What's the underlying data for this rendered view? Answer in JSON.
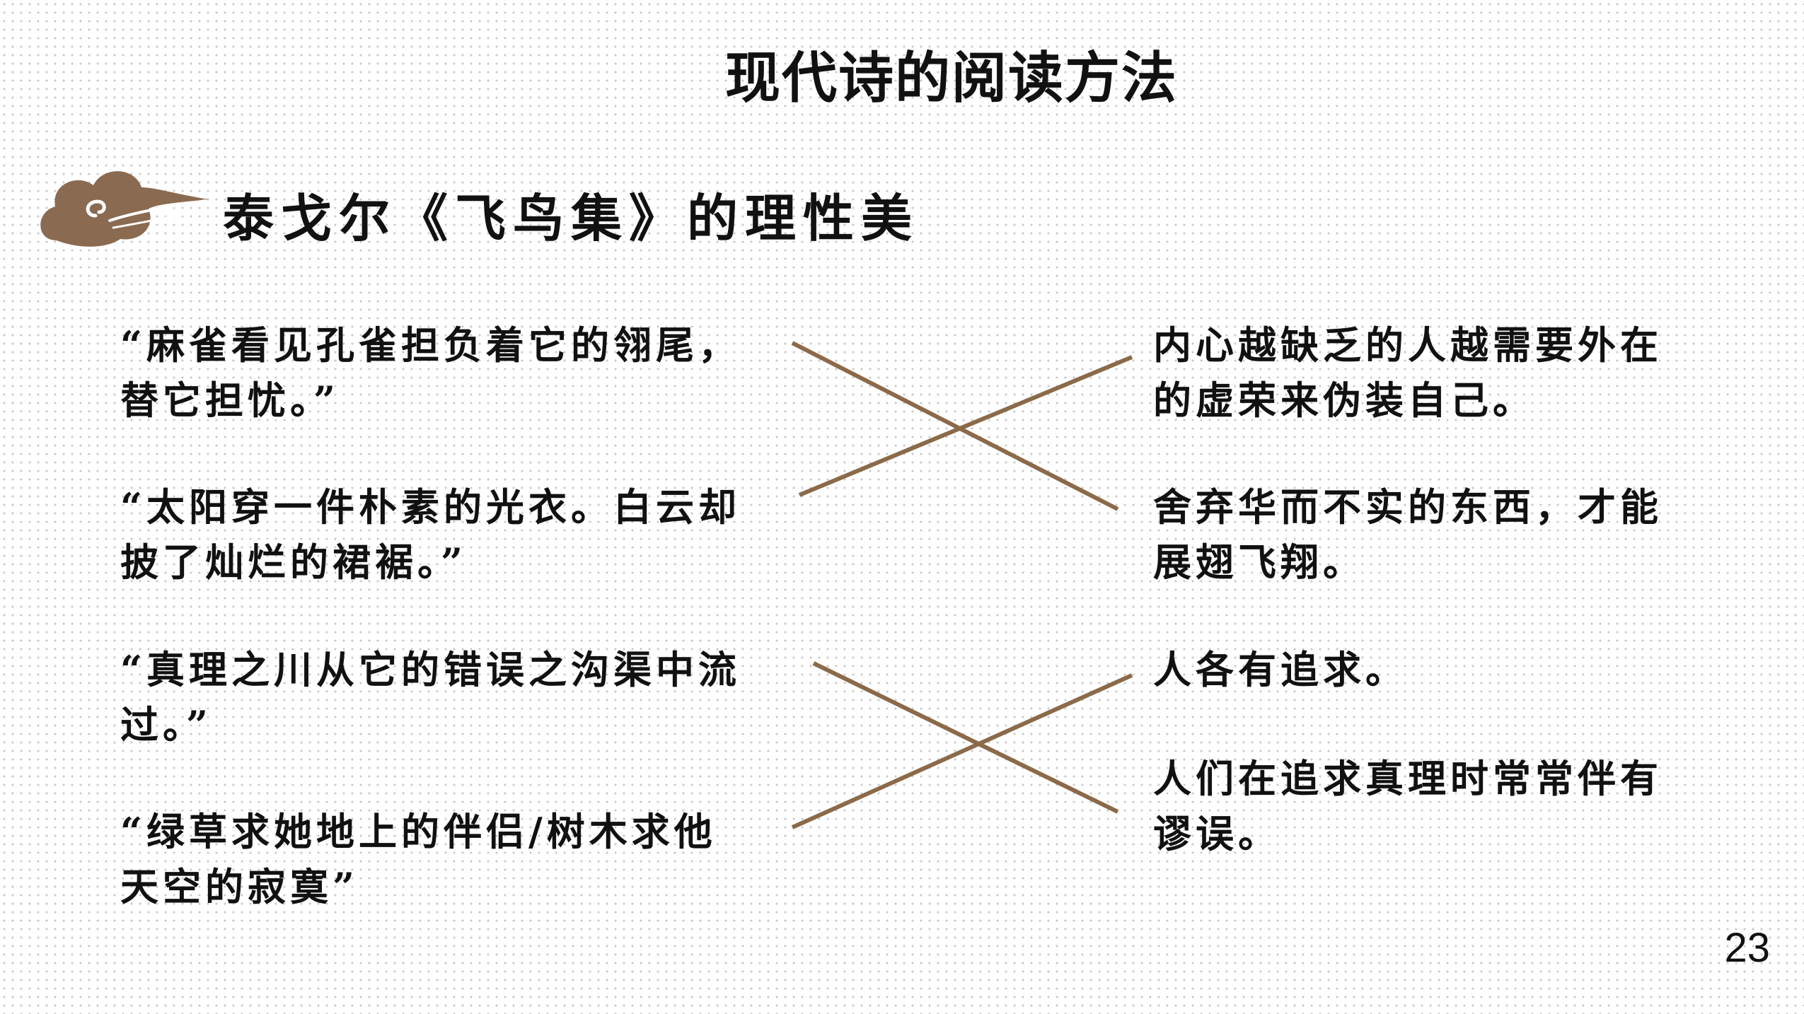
{
  "title": "现代诗的阅读方法",
  "subtitle": "泰戈尔《飞鸟集》的理性美",
  "quotes": [
    {
      "line1": "“麻雀看见孔雀担负着它的翎尾，",
      "line2": "替它担忧。”"
    },
    {
      "line1": "“太阳穿一件朴素的光衣。白云却",
      "line2": "披了灿烂的裙裾。”"
    },
    {
      "line1": "“真理之川从它的错误之沟渠中流",
      "line2": "过。”"
    },
    {
      "line1": "“绿草求她地上的伴侣/树木求他",
      "line2": "天空的寂寞”"
    }
  ],
  "meanings": [
    {
      "line1": "内心越缺乏的人越需要外在",
      "line2": "的虚荣来伪装自己。"
    },
    {
      "line1": "舍弃华而不实的东西，才能",
      "line2": "展翅飞翔。"
    },
    {
      "line1": "人各有追求。",
      "line2": ""
    },
    {
      "line1": "人们在追求真理时常常伴有",
      "line2": "谬误。"
    }
  ],
  "matches": [
    {
      "quote": 1,
      "meaning": 2
    },
    {
      "quote": 2,
      "meaning": 1
    },
    {
      "quote": 3,
      "meaning": 4
    },
    {
      "quote": 4,
      "meaning": 3
    }
  ],
  "colors": {
    "line": "#8b6a4a",
    "cloud": "#8a6a50"
  },
  "icons": {
    "header": "cloud-icon"
  },
  "page_number": "23"
}
